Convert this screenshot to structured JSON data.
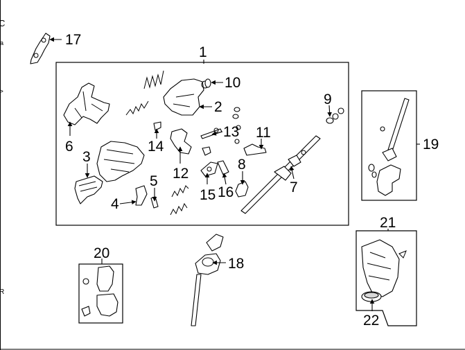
{
  "callouts": {
    "c1": "1",
    "c2": "2",
    "c3": "3",
    "c4": "4",
    "c5": "5",
    "c6": "6",
    "c7": "7",
    "c8": "8",
    "c9": "9",
    "c10": "10",
    "c11": "11",
    "c12": "12",
    "c13": "13",
    "c14": "14",
    "c15": "15",
    "c16": "16",
    "c17": "17",
    "c18": "18",
    "c19": "19",
    "c20": "20",
    "c21": "21",
    "c22": "22"
  },
  "edge_marks": {
    "m1": "C",
    "m2": "a",
    "m3": ">",
    "m4": "R"
  }
}
